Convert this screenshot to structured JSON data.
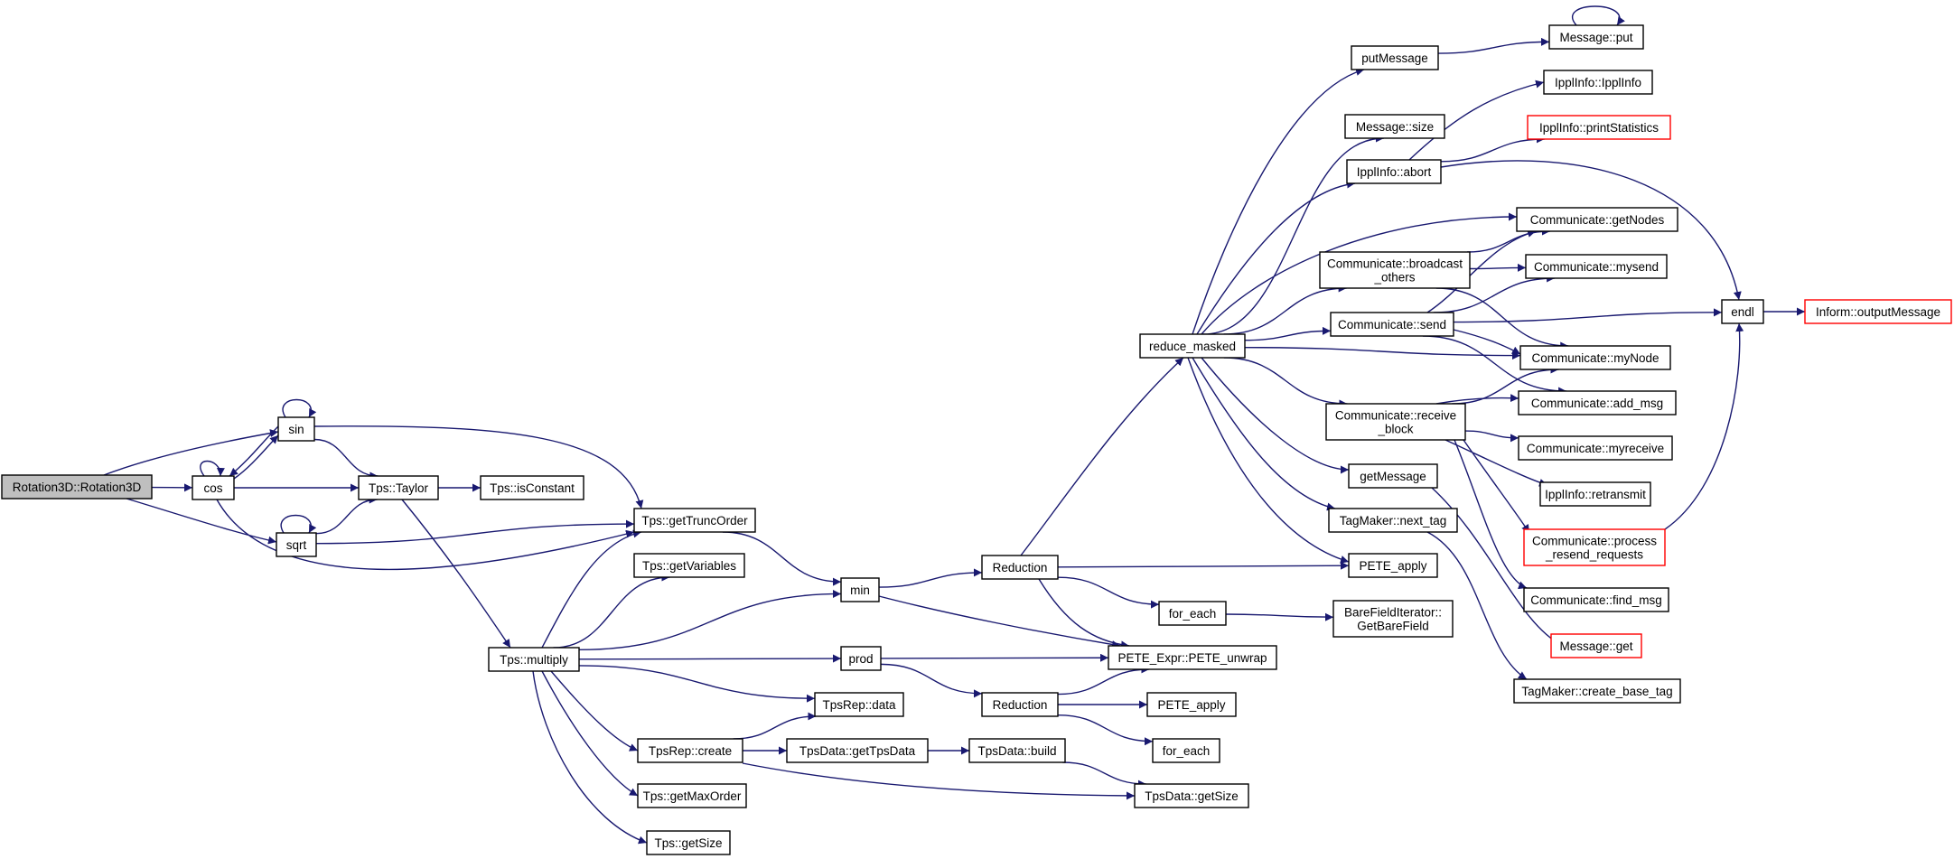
{
  "colors": {
    "edge": "#191970",
    "node_border": "#000000",
    "truncated_border": "#ff0000",
    "root_fill": "#bfbfbf"
  },
  "nodes": {
    "rot": {
      "lines": [
        "Rotation3D::Rotation3D"
      ],
      "style": "root"
    },
    "cos": {
      "lines": [
        "cos"
      ]
    },
    "sin": {
      "lines": [
        "sin"
      ]
    },
    "sqrt": {
      "lines": [
        "sqrt"
      ]
    },
    "taylor": {
      "lines": [
        "Tps::Taylor"
      ]
    },
    "isconst": {
      "lines": [
        "Tps::isConstant"
      ]
    },
    "trunc": {
      "lines": [
        "Tps::getTruncOrder"
      ]
    },
    "getvars": {
      "lines": [
        "Tps::getVariables"
      ]
    },
    "multiply": {
      "lines": [
        "Tps::multiply"
      ]
    },
    "min": {
      "lines": [
        "min"
      ]
    },
    "prod": {
      "lines": [
        "prod"
      ]
    },
    "tpsdata": {
      "lines": [
        "TpsRep::data"
      ]
    },
    "create": {
      "lines": [
        "TpsRep::create"
      ]
    },
    "maxorder": {
      "lines": [
        "Tps::getMaxOrder"
      ]
    },
    "tpsgetsize": {
      "lines": [
        "Tps::getSize"
      ]
    },
    "gettpsdata": {
      "lines": [
        "TpsData::getTpsData"
      ]
    },
    "build": {
      "lines": [
        "TpsData::build"
      ]
    },
    "dgetsize": {
      "lines": [
        "TpsData::getSize"
      ]
    },
    "red1": {
      "lines": [
        "Reduction"
      ]
    },
    "red2": {
      "lines": [
        "Reduction"
      ]
    },
    "foreach1": {
      "lines": [
        "for_each"
      ]
    },
    "foreach2": {
      "lines": [
        "for_each"
      ]
    },
    "unwrap": {
      "lines": [
        "PETE_Expr::PETE_unwrap"
      ]
    },
    "peteapply2": {
      "lines": [
        "PETE_apply"
      ]
    },
    "reduce": {
      "lines": [
        "reduce_masked"
      ]
    },
    "putmsg": {
      "lines": [
        "putMessage"
      ]
    },
    "msgsize": {
      "lines": [
        "Message::size"
      ]
    },
    "abort": {
      "lines": [
        "IpplInfo::abort"
      ]
    },
    "bcast": {
      "lines": [
        "Communicate::broadcast",
        "_others"
      ]
    },
    "send": {
      "lines": [
        "Communicate::send"
      ]
    },
    "recv": {
      "lines": [
        "Communicate::receive",
        "_block"
      ]
    },
    "getmsg": {
      "lines": [
        "getMessage"
      ]
    },
    "nexttag": {
      "lines": [
        "TagMaker::next_tag"
      ]
    },
    "peteapply1": {
      "lines": [
        "PETE_apply"
      ]
    },
    "bfi": {
      "lines": [
        "BareFieldIterator::",
        "GetBareField"
      ]
    },
    "msgput": {
      "lines": [
        "Message::put"
      ]
    },
    "ipplinfo": {
      "lines": [
        "IpplInfo::IpplInfo"
      ]
    },
    "printstats": {
      "lines": [
        "IpplInfo::printStatistics"
      ],
      "style": "red"
    },
    "getnodes": {
      "lines": [
        "Communicate::getNodes"
      ]
    },
    "mysend": {
      "lines": [
        "Communicate::mysend"
      ]
    },
    "mynode": {
      "lines": [
        "Communicate::myNode"
      ]
    },
    "addmsg": {
      "lines": [
        "Communicate::add_msg"
      ]
    },
    "myrecv": {
      "lines": [
        "Communicate::myreceive"
      ]
    },
    "retransmit": {
      "lines": [
        "IpplInfo::retransmit"
      ]
    },
    "process": {
      "lines": [
        "Communicate::process",
        "_resend_requests"
      ],
      "style": "red"
    },
    "findmsg": {
      "lines": [
        "Communicate::find_msg"
      ]
    },
    "msgget": {
      "lines": [
        "Message::get"
      ],
      "style": "red"
    },
    "basetag": {
      "lines": [
        "TagMaker::create_base_tag"
      ]
    },
    "endl": {
      "lines": [
        "endl"
      ]
    },
    "outmsg": {
      "lines": [
        "Inform::outputMessage"
      ],
      "style": "red"
    }
  },
  "edges": [
    [
      "rot",
      "sin"
    ],
    [
      "rot",
      "cos"
    ],
    [
      "rot",
      "sqrt"
    ],
    [
      "cos",
      "sin"
    ],
    [
      "sin",
      "cos"
    ],
    [
      "cos",
      "taylor"
    ],
    [
      "cos",
      "trunc"
    ],
    [
      "cos",
      "cos"
    ],
    [
      "sin",
      "sin"
    ],
    [
      "sin",
      "taylor"
    ],
    [
      "sin",
      "trunc"
    ],
    [
      "sqrt",
      "sqrt"
    ],
    [
      "sqrt",
      "taylor"
    ],
    [
      "sqrt",
      "trunc"
    ],
    [
      "taylor",
      "isconst"
    ],
    [
      "taylor",
      "multiply"
    ],
    [
      "trunc",
      "min"
    ],
    [
      "multiply",
      "trunc"
    ],
    [
      "multiply",
      "getvars"
    ],
    [
      "multiply",
      "min"
    ],
    [
      "multiply",
      "prod"
    ],
    [
      "multiply",
      "tpsdata"
    ],
    [
      "multiply",
      "create"
    ],
    [
      "multiply",
      "maxorder"
    ],
    [
      "multiply",
      "tpsgetsize"
    ],
    [
      "min",
      "red1"
    ],
    [
      "min",
      "unwrap"
    ],
    [
      "prod",
      "unwrap"
    ],
    [
      "prod",
      "red2"
    ],
    [
      "create",
      "tpsdata"
    ],
    [
      "create",
      "gettpsdata"
    ],
    [
      "create",
      "dgetsize"
    ],
    [
      "gettpsdata",
      "build"
    ],
    [
      "build",
      "dgetsize"
    ],
    [
      "red1",
      "reduce"
    ],
    [
      "red1",
      "peteapply1"
    ],
    [
      "red1",
      "foreach1"
    ],
    [
      "red1",
      "unwrap"
    ],
    [
      "red2",
      "unwrap"
    ],
    [
      "red2",
      "peteapply2"
    ],
    [
      "red2",
      "foreach2"
    ],
    [
      "foreach1",
      "bfi"
    ],
    [
      "reduce",
      "putmsg"
    ],
    [
      "reduce",
      "msgsize"
    ],
    [
      "reduce",
      "abort"
    ],
    [
      "reduce",
      "getnodes"
    ],
    [
      "reduce",
      "bcast"
    ],
    [
      "reduce",
      "send"
    ],
    [
      "reduce",
      "mynode"
    ],
    [
      "reduce",
      "recv"
    ],
    [
      "reduce",
      "getmsg"
    ],
    [
      "reduce",
      "nexttag"
    ],
    [
      "reduce",
      "peteapply1"
    ],
    [
      "putmsg",
      "msgput"
    ],
    [
      "msgput",
      "msgput"
    ],
    [
      "abort",
      "ipplinfo"
    ],
    [
      "abort",
      "printstats"
    ],
    [
      "abort",
      "endl"
    ],
    [
      "bcast",
      "getnodes"
    ],
    [
      "bcast",
      "mysend"
    ],
    [
      "bcast",
      "mynode"
    ],
    [
      "send",
      "getnodes"
    ],
    [
      "send",
      "mysend"
    ],
    [
      "send",
      "endl"
    ],
    [
      "send",
      "mynode"
    ],
    [
      "send",
      "addmsg"
    ],
    [
      "recv",
      "mynode"
    ],
    [
      "recv",
      "addmsg"
    ],
    [
      "recv",
      "myrecv"
    ],
    [
      "recv",
      "retransmit"
    ],
    [
      "recv",
      "process"
    ],
    [
      "recv",
      "findmsg"
    ],
    [
      "process",
      "endl"
    ],
    [
      "getmsg",
      "msgget"
    ],
    [
      "nexttag",
      "basetag"
    ],
    [
      "endl",
      "outmsg"
    ]
  ]
}
